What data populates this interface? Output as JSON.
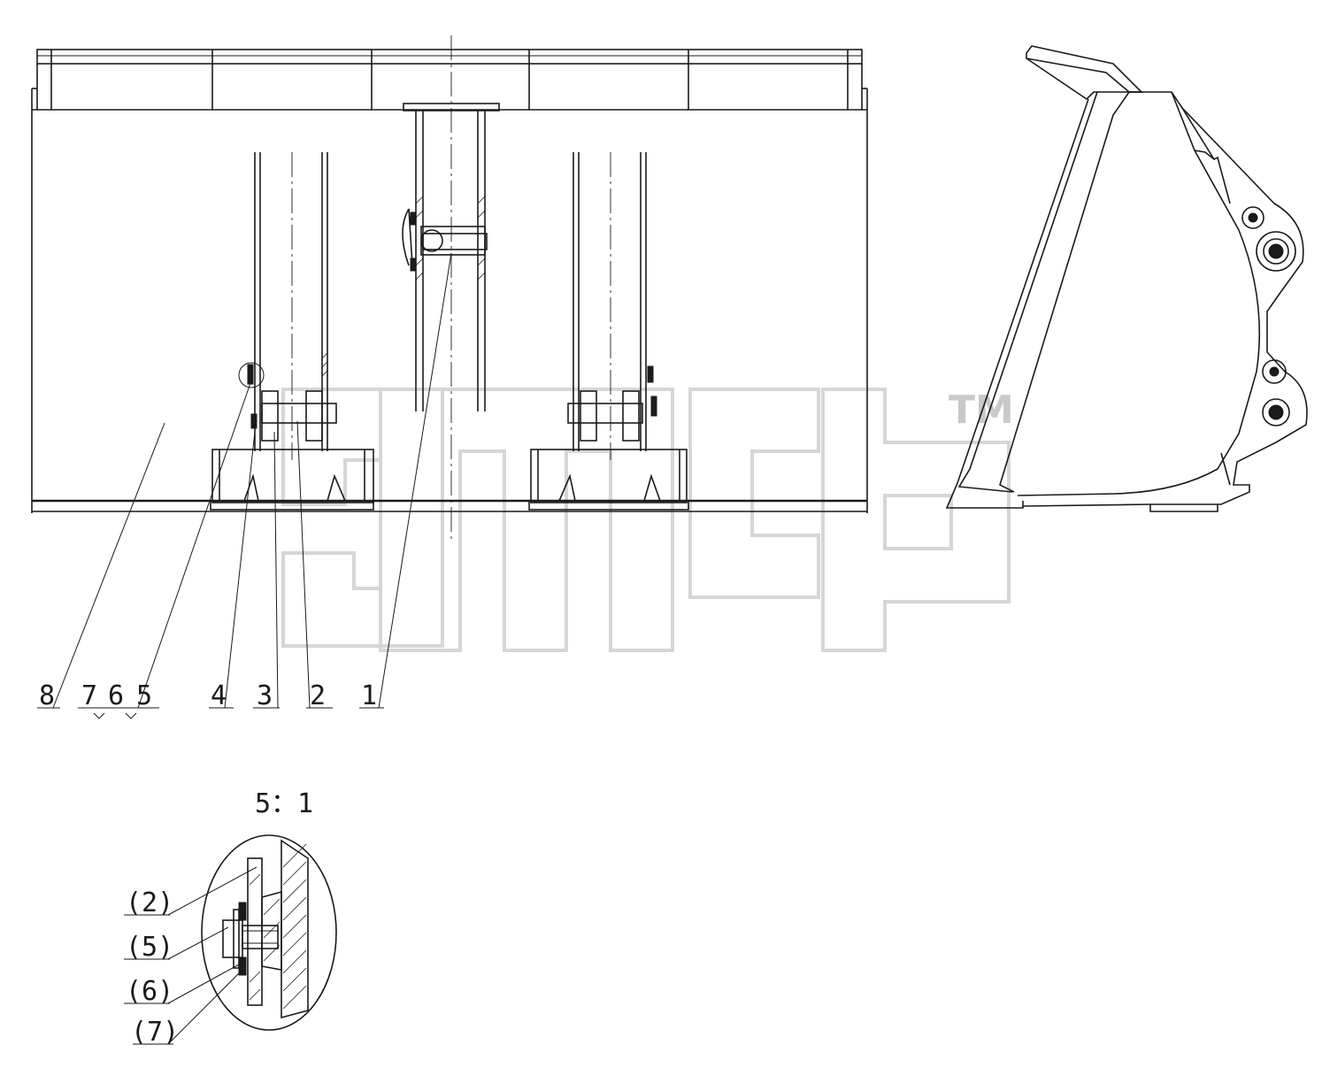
{
  "callouts_main": [
    "8",
    "7",
    "6",
    "5",
    "4",
    "3",
    "2",
    "1"
  ],
  "detail": {
    "scale": "5：1",
    "callouts": [
      "(2)",
      "(5)",
      "(6)",
      "(7)"
    ]
  },
  "watermark": {
    "trademark": "TM"
  }
}
